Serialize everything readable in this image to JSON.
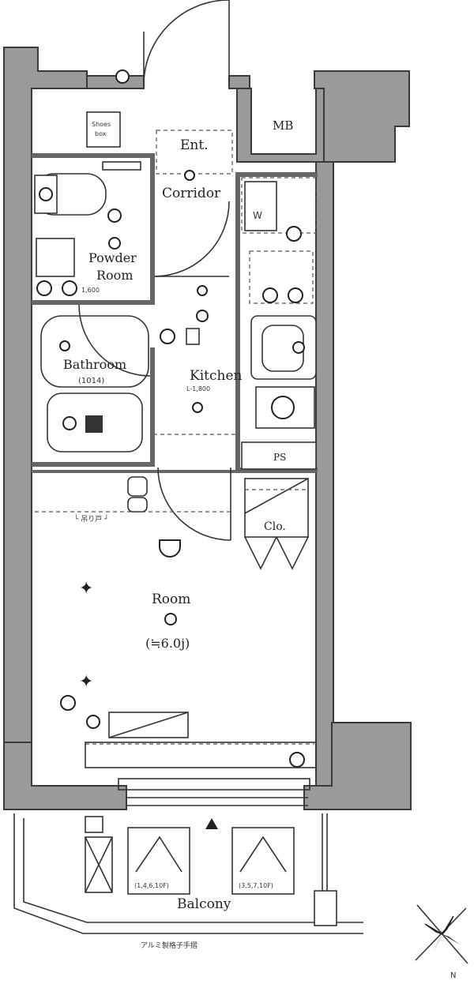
{
  "rooms": {
    "entrance": "Ent.",
    "mb": "MB",
    "corridor": "Corridor",
    "powder_room_line1": "Powder",
    "powder_room_line2": "Room",
    "powder_room_spec": "1,600",
    "bathroom": "Bathroom",
    "bathroom_spec": "(1014)",
    "kitchen": "Kitchen",
    "kitchen_spec": "L-1,800",
    "room": "Room",
    "room_size": "(≒6.0j)",
    "ps": "PS",
    "closet": "Clo.",
    "balcony": "Balcony",
    "shoes_box_line1": "Shoes",
    "shoes_box_line2": "box",
    "washer": "W",
    "window_a": "(1,4,6,10F)",
    "window_b": "(3,5,7,10F)",
    "railing_note": "アルミ製格子手摺",
    "ceiling_note": "└ 吊り戸 ┘",
    "compass_n": "N"
  }
}
